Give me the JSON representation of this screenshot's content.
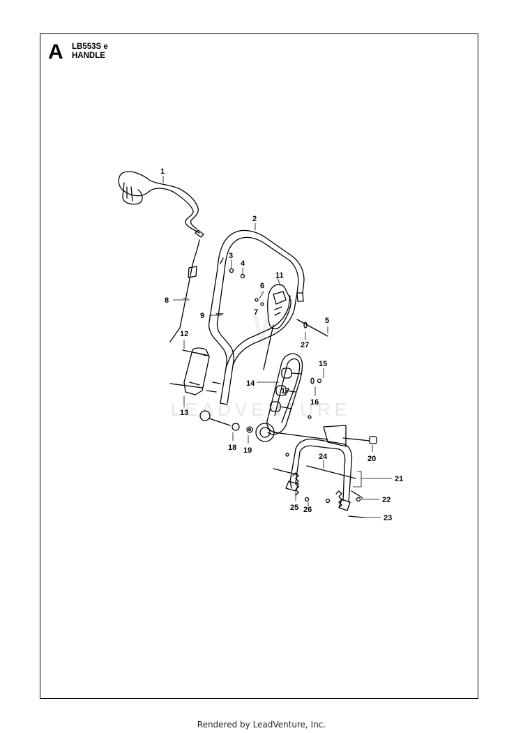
{
  "header": {
    "section": "A",
    "model": "LB553S e",
    "title": "HANDLE"
  },
  "watermark": "LEADVENTURE",
  "callouts": [
    "1",
    "2",
    "3",
    "4",
    "5",
    "6",
    "7",
    "8",
    "9",
    "11",
    "12",
    "13",
    "14",
    "15",
    "16",
    "17",
    "18",
    "19",
    "20",
    "21",
    "22",
    "23",
    "24",
    "25",
    "26",
    "27"
  ],
  "footer": "Rendered by LeadVenture, Inc."
}
